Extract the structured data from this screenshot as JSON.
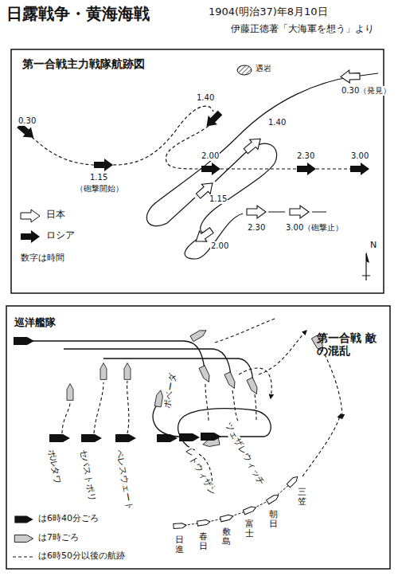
{
  "diagram": {
    "title": "日露戦争・黄海海戦",
    "labels": [
      "1904(明治37)年8月10日",
      "伊藤正徳著「大海軍を想う」より",
      "第一合戦主力戦隊航跡図",
      "遇岩",
      "0.30（発見）",
      "0.30",
      "1.40",
      "1.40",
      "2.00",
      "2.30",
      "3.00",
      "1.15",
      "1.15",
      "（砲撃開始）",
      "2.00",
      "2.30",
      "3.00（砲撃止）",
      "N",
      "数字は時間",
      "巡洋艦隊",
      "第一合戦 敵の混乱",
      "ポルタワ",
      "セバストポリ",
      "ペレスウェート",
      "ポベーダ",
      "レトウィザン",
      "ツェザレウィッチ",
      "日進",
      "春日",
      "敷島",
      "富士",
      "朝日",
      "三笠"
    ],
    "legend": [
      {
        "text": "日本"
      },
      {
        "text": "ロシア"
      },
      {
        "text": "は6時40分ごろ"
      },
      {
        "text": "は7時ごろ"
      },
      {
        "text": "は6時50分以後の航跡"
      }
    ]
  }
}
